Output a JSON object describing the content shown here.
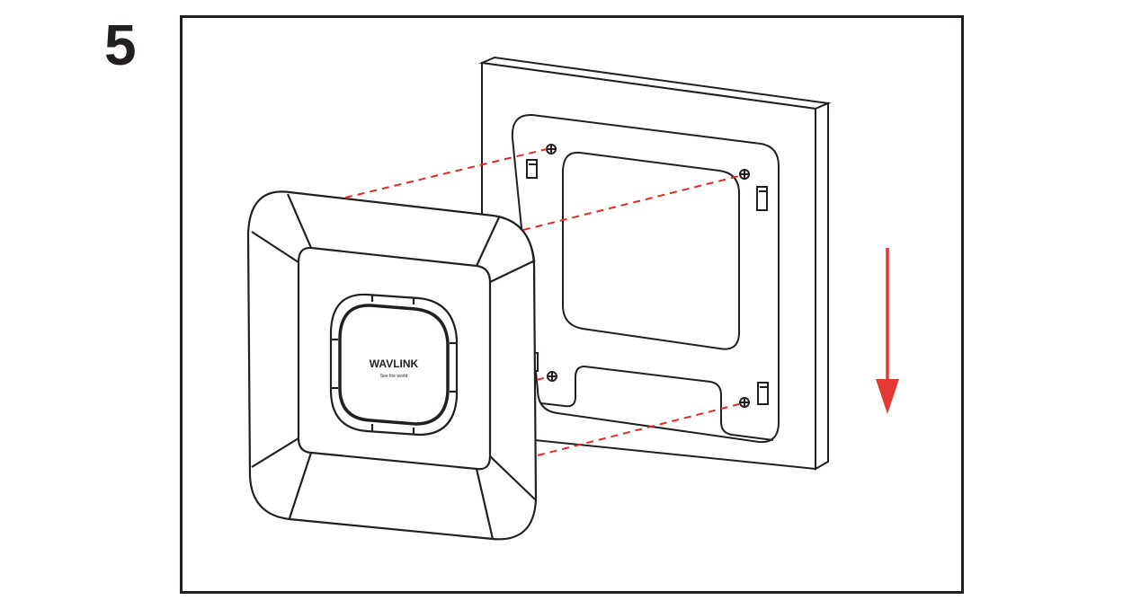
{
  "step": {
    "number": "5"
  },
  "device": {
    "brand": "WAVLINK",
    "slogan": "See the world"
  },
  "colors": {
    "outline": "#231f20",
    "guide": "#e02b27",
    "arrow": "#e53935",
    "plate": "#ffffff"
  },
  "icons": {
    "direction": "arrow-down-icon"
  }
}
